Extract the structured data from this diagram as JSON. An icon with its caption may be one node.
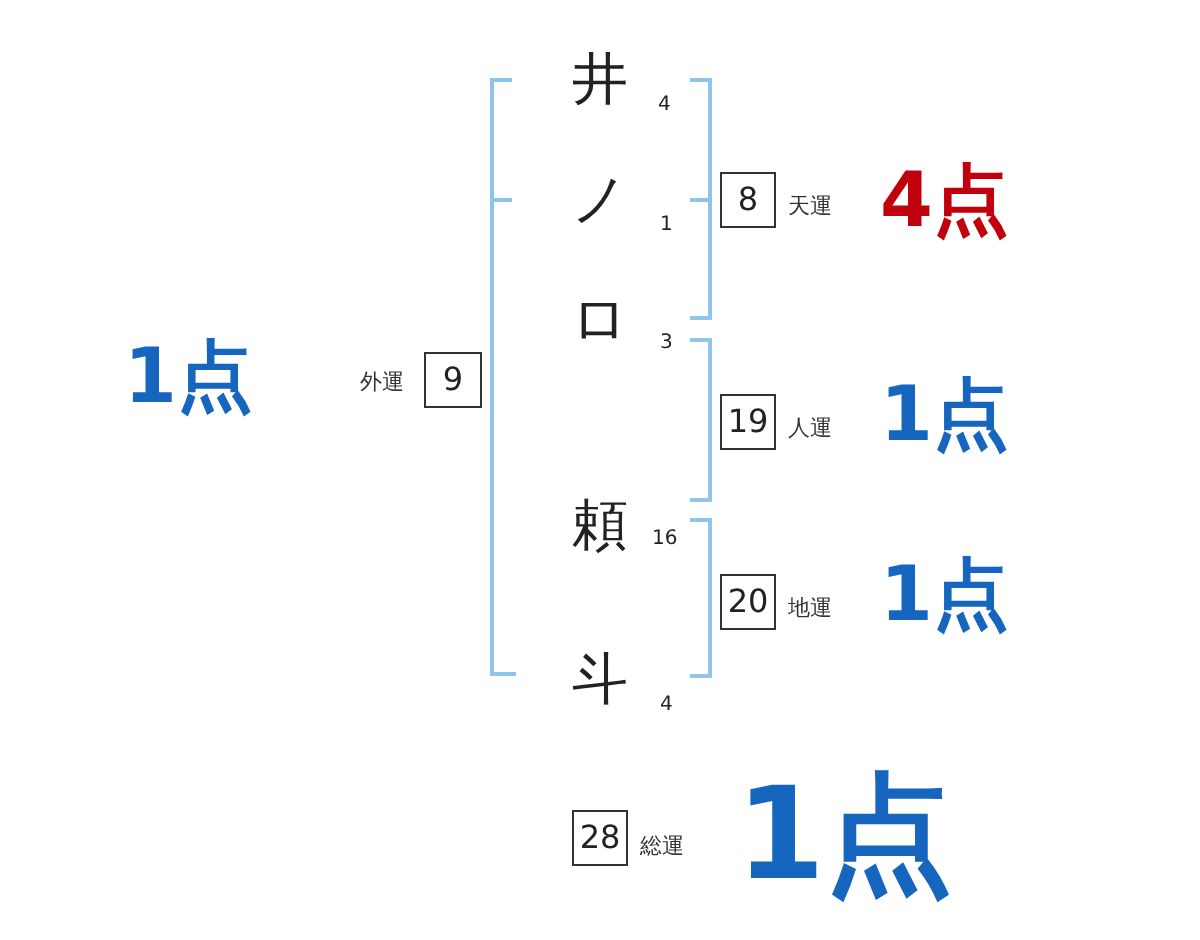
{
  "diagram": {
    "nodes": [
      {
        "text": [
          "8"
        ],
        "beside": [
          "天運",
          "4点"
        ]
      },
      {
        "text": [
          "9"
        ],
        "beside": [
          "外運",
          "1点"
        ]
      },
      {
        "text": [
          "19"
        ],
        "beside": [
          "人運",
          "1点"
        ]
      },
      {
        "text": [
          "20"
        ],
        "beside": [
          "地運",
          "1点"
        ]
      },
      {
        "text": [
          "28"
        ],
        "beside": [
          "総運",
          "1点"
        ]
      }
    ],
    "labels": [
      "井",
      "4",
      "ノ",
      "1",
      "ロ",
      "3",
      "頼",
      "16",
      "斗",
      "4"
    ]
  }
}
